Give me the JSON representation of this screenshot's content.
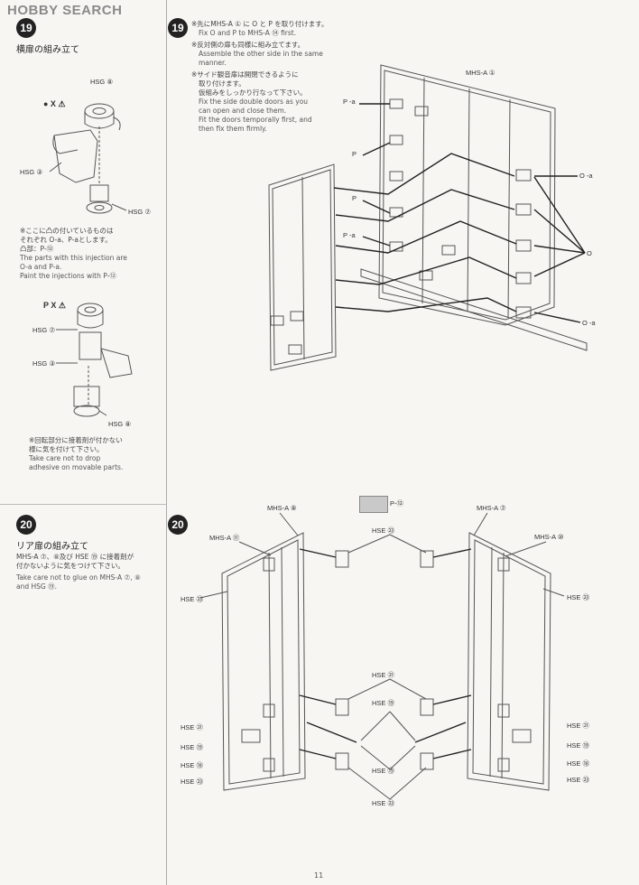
{
  "logo": {
    "text": "HOBBY SEARCH"
  },
  "left19": {
    "number": "19",
    "title": "横扉の組み立て",
    "labels": {
      "hsg8": "HSG ⑧",
      "hsg3": "HSG ③",
      "hsg7": "HSG ⑦",
      "hsg7b": "HSG ⑦",
      "hsg3b": "HSG ③",
      "hsg8b": "HSG ⑧"
    },
    "note1_jp1": "※ここに凸の付いているものは",
    "note1_jp2": "それぞれ O-a、P-aとします。",
    "note1_jp3": "凸部：P-⑫",
    "note1_en1": "The parts with this injection are",
    "note1_en2": "O-a and P-a.",
    "note1_en3": "Paint the injections with P-⑫",
    "note2_jp1": "※回転部分に接着剤が付かない",
    "note2_jp2": "様に気を付けて下さい。",
    "note2_en1": "Take care not to drop",
    "note2_en2": "adhesive on movable parts."
  },
  "left20": {
    "number": "20",
    "title": "リア扉の組み立て",
    "note_jp1": "MHS-A ⑦、⑧及び HSE ⑲ に接着剤が",
    "note_jp2": "付かないように気をつけて下さい。",
    "note_en1": "Take care not to glue on MHS-A ⑦, ⑧",
    "note_en2": "and HSG ⑲."
  },
  "step19": {
    "number": "19",
    "note1_jp": "※先にMHS-A ① に O と P を取り付けます。",
    "note1_en": "Fix O and P to MHS-A ⑭ first.",
    "note2_jp": "※反対側の扉も同様に組み立てます。",
    "note2_en1": "Assemble the other side in the same",
    "note2_en2": "manner.",
    "note3_jp1": "※サイド観音扉は開閉できるように",
    "note3_jp2": "取り付けます。",
    "note3_jp3": "仮組みをしっかり行なって下さい。",
    "note3_en1": "Fix the side double doors as you",
    "note3_en2": "can open and close them.",
    "note3_en3": "Fit the doors temporally first, and",
    "note3_en4": "then fix them firmly.",
    "labels": {
      "mhsa1": "MHS-A ①",
      "pa1": "P -a",
      "p1": "P",
      "p2": "P",
      "pa2": "P -a",
      "oa1": "O -a",
      "o": "O",
      "oa2": "O -a"
    }
  },
  "step20": {
    "number": "20",
    "paint_ref": "P-⑫",
    "labels": {
      "mhsa8": "MHS-A ⑧",
      "mhsa7": "MHS-A ⑦",
      "mhsa11": "MHS-A ⑪",
      "mhsa10": "MHS-A ⑩",
      "hse23top": "HSE ㉓",
      "hse23l": "HSE ㉓",
      "hse23r": "HSE ㉓",
      "hse21mid": "HSE ㉑",
      "hse19mid": "HSE ⑲",
      "hse21l": "HSE ㉑",
      "hse19l": "HSE ⑲",
      "hse18l": "HSE ⑱",
      "hse23lb": "HSE ㉓",
      "hse21r": "HSE ㉑",
      "hse19r": "HSE ⑲",
      "hse18r": "HSE ⑱",
      "hse23rb": "HSE ㉓",
      "hse19b": "HSE ⑲",
      "hse23b": "HSE ㉓"
    }
  },
  "page_number": "11"
}
